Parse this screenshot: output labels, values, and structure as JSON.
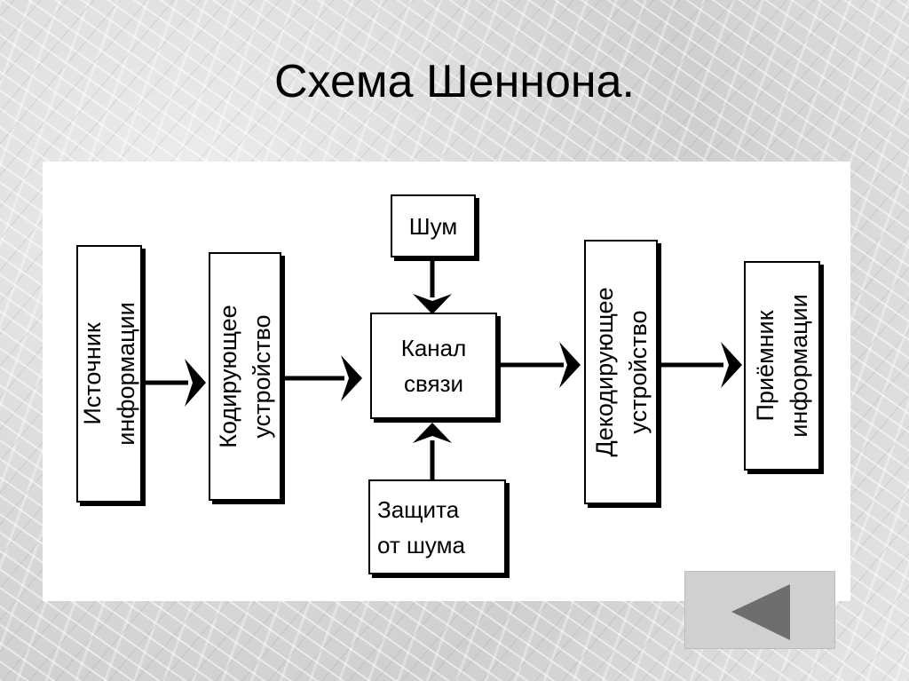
{
  "title": "Схема Шеннона.",
  "diagram": {
    "source": [
      "Источник",
      "информации"
    ],
    "encoder": [
      "Кодирующее",
      "устройство"
    ],
    "noise": "Шум",
    "channel": [
      "Канал",
      "связи"
    ],
    "protection": [
      "Защита",
      "от шума"
    ],
    "decoder": [
      "Декодирующее",
      "устройство"
    ],
    "receiver": [
      "Приёмник",
      "информации"
    ]
  },
  "nav": {
    "back_icon": "triangle-left-icon"
  }
}
